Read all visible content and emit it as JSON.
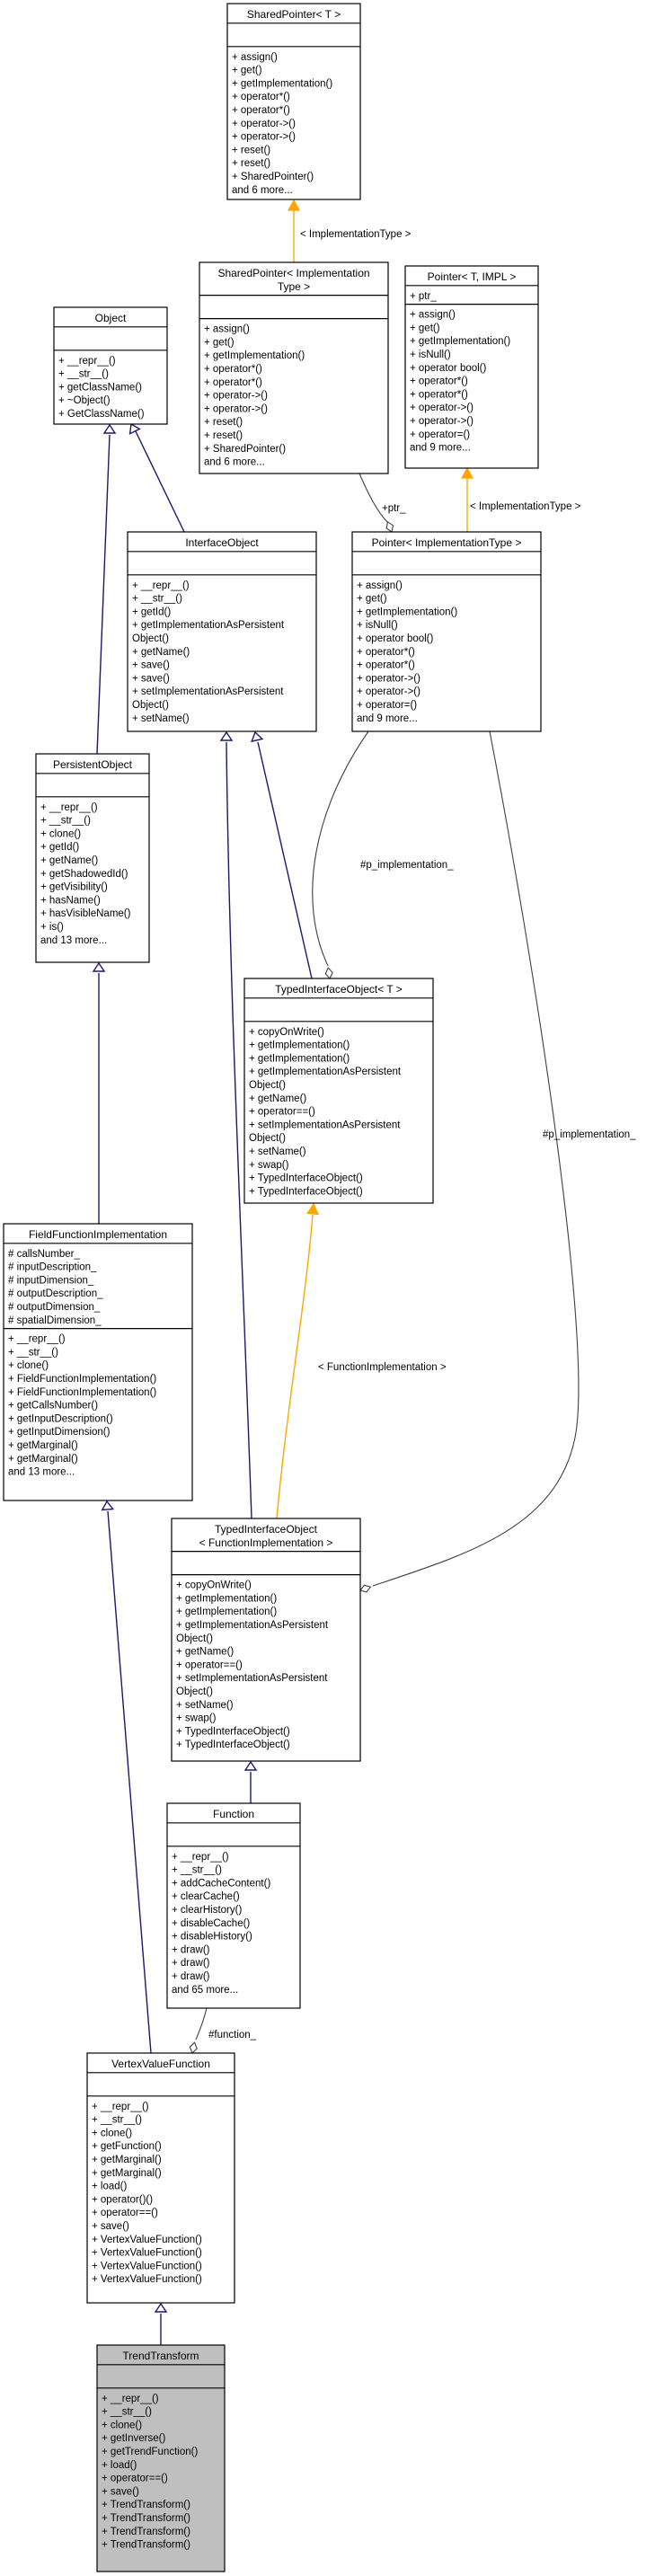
{
  "diagram": {
    "classes": {
      "sharedT": {
        "title": [
          "SharedPointer< T >"
        ],
        "attributes": [],
        "methods": [
          "+ assign()",
          "+ get()",
          "+ getImplementation()",
          "+ operator*()",
          "+ operator*()",
          "+ operator->()",
          "+ operator->()",
          "+ reset()",
          "+ reset()",
          "+ SharedPointer()",
          "and 6 more..."
        ]
      },
      "sharedImpl": {
        "title": [
          "SharedPointer< Implementation",
          "Type >"
        ],
        "attributes": [],
        "methods": [
          "+ assign()",
          "+ get()",
          "+ getImplementation()",
          "+ operator*()",
          "+ operator*()",
          "+ operator->()",
          "+ operator->()",
          "+ reset()",
          "+ reset()",
          "+ SharedPointer()",
          "and 6 more..."
        ]
      },
      "pointerTI": {
        "title": [
          "Pointer< T, IMPL >"
        ],
        "attributes": [
          "+ ptr_"
        ],
        "methods": [
          "+ assign()",
          "+ get()",
          "+ getImplementation()",
          "+ isNull()",
          "+ operator bool()",
          "+ operator*()",
          "+ operator*()",
          "+ operator->()",
          "+ operator->()",
          "+ operator=()",
          "and 9 more..."
        ]
      },
      "object": {
        "title": [
          "Object"
        ],
        "attributes": [],
        "methods": [
          "+ __repr__()",
          "+ __str__()",
          "+ getClassName()",
          "+ ~Object()",
          "+ GetClassName()"
        ]
      },
      "interfaceObject": {
        "title": [
          "InterfaceObject"
        ],
        "attributes": [],
        "methods": [
          "+ __repr__()",
          "+ __str__()",
          "+ getId()",
          "+ getImplementationAsPersistent",
          "Object()",
          "+ getName()",
          "+ save()",
          "+ save()",
          "+ setImplementationAsPersistent",
          "Object()",
          "+ setName()"
        ]
      },
      "pointerImpl": {
        "title": [
          "Pointer< ImplementationType >"
        ],
        "attributes": [],
        "methods": [
          "+ assign()",
          "+ get()",
          "+ getImplementation()",
          "+ isNull()",
          "+ operator bool()",
          "+ operator*()",
          "+ operator*()",
          "+ operator->()",
          "+ operator->()",
          "+ operator=()",
          "and 9 more..."
        ]
      },
      "persistentObject": {
        "title": [
          "PersistentObject"
        ],
        "attributes": [],
        "methods": [
          "+ __repr__()",
          "+ __str__()",
          "+ clone()",
          "+ getId()",
          "+ getName()",
          "+ getShadowedId()",
          "+ getVisibility()",
          "+ hasName()",
          "+ hasVisibleName()",
          "+ is()",
          "and 13 more..."
        ]
      },
      "typedT": {
        "title": [
          "TypedInterfaceObject< T >"
        ],
        "attributes": [],
        "methods": [
          "+ copyOnWrite()",
          "+ getImplementation()",
          "+ getImplementation()",
          "+ getImplementationAsPersistent",
          "Object()",
          "+ getName()",
          "+ operator==()",
          "+ setImplementationAsPersistent",
          "Object()",
          "+ setName()",
          "+ swap()",
          "+ TypedInterfaceObject()",
          "+ TypedInterfaceObject()"
        ]
      },
      "fieldFunctionImpl": {
        "title": [
          "FieldFunctionImplementation"
        ],
        "attributes": [
          "# callsNumber_",
          "# inputDescription_",
          "# inputDimension_",
          "# outputDescription_",
          "# outputDimension_",
          "# spatialDimension_"
        ],
        "methods": [
          "+ __repr__()",
          "+ __str__()",
          "+ clone()",
          "+ FieldFunctionImplementation()",
          "+ FieldFunctionImplementation()",
          "+ getCallsNumber()",
          "+ getInputDescription()",
          "+ getInputDimension()",
          "+ getMarginal()",
          "+ getMarginal()",
          "and 13 more..."
        ]
      },
      "typedFI": {
        "title": [
          "TypedInterfaceObject",
          "< FunctionImplementation >"
        ],
        "attributes": [],
        "methods": [
          "+ copyOnWrite()",
          "+ getImplementation()",
          "+ getImplementation()",
          "+ getImplementationAsPersistent",
          "Object()",
          "+ getName()",
          "+ operator==()",
          "+ setImplementationAsPersistent",
          "Object()",
          "+ setName()",
          "+ swap()",
          "+ TypedInterfaceObject()",
          "+ TypedInterfaceObject()"
        ]
      },
      "function": {
        "title": [
          "Function"
        ],
        "attributes": [],
        "methods": [
          "+ __repr__()",
          "+ __str__()",
          "+ addCacheContent()",
          "+ clearCache()",
          "+ clearHistory()",
          "+ disableCache()",
          "+ disableHistory()",
          "+ draw()",
          "+ draw()",
          "+ draw()",
          "and 65 more..."
        ]
      },
      "vertexValueFunction": {
        "title": [
          "VertexValueFunction"
        ],
        "attributes": [],
        "methods": [
          "+ __repr__()",
          "+ __str__()",
          "+ clone()",
          "+ getFunction()",
          "+ getMarginal()",
          "+ getMarginal()",
          "+ load()",
          "+ operator()()",
          "+ operator==()",
          "+ save()",
          "+ VertexValueFunction()",
          "+ VertexValueFunction()",
          "+ VertexValueFunction()",
          "+ VertexValueFunction()"
        ]
      },
      "trendTransform": {
        "title": [
          "TrendTransform"
        ],
        "attributes": [],
        "methods": [
          "+ __repr__()",
          "+ __str__()",
          "+ clone()",
          "+ getInverse()",
          "+ getTrendFunction()",
          "+ load()",
          "+ operator==()",
          "+ save()",
          "+ TrendTransform()",
          "+ TrendTransform()",
          "+ TrendTransform()",
          "+ TrendTransform()"
        ]
      }
    },
    "edge_labels": {
      "implType1": "< ImplementationType >",
      "implType2": "< ImplementationType >",
      "ptr": "+ptr_",
      "pImpl1": "#p_implementation_",
      "pImpl2": "#p_implementation_",
      "funcImpl": "< FunctionImplementation >",
      "function": "#function_"
    },
    "colors": {
      "inheritance": "#191970",
      "template": "#ffa500",
      "usage": "#404040",
      "highlight": "#bfbfbf"
    }
  }
}
